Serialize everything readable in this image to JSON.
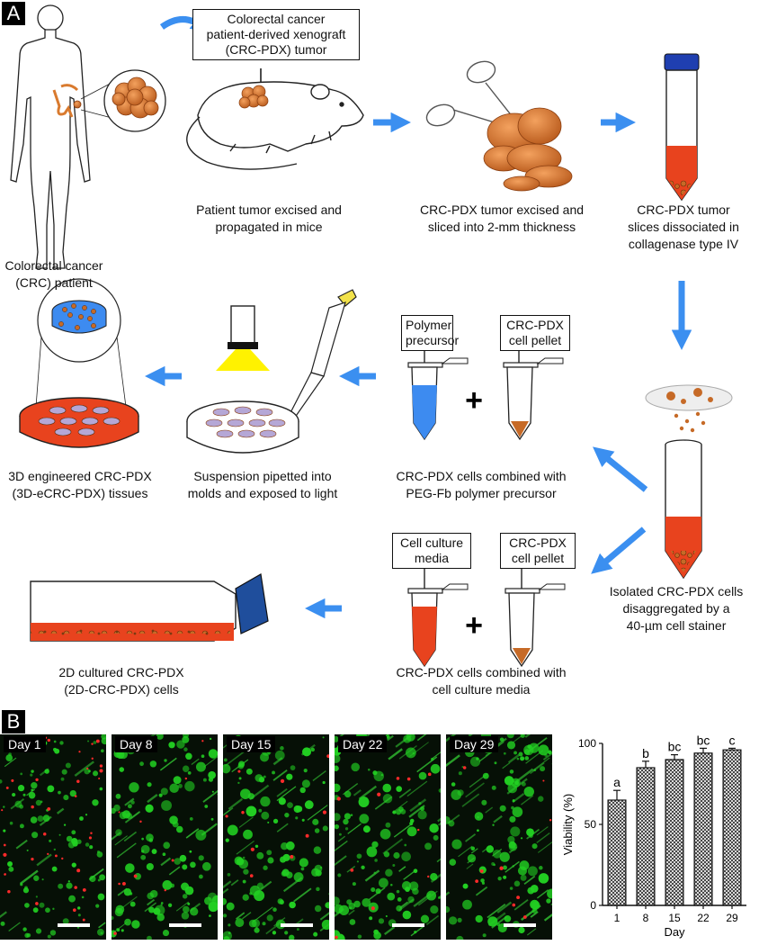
{
  "panels": {
    "a": "A",
    "b": "B"
  },
  "labels": {
    "crc_patient": "Colorectal cancer\n(CRC) patient",
    "pdx_box": "Colorectal cancer\npatient-derived xenograft\n(CRC-PDX) tumor",
    "mice": "Patient tumor excised and\npropagated in mice",
    "slice": "CRC-PDX tumor excised and\nsliced into 2-mm thickness",
    "dissociate": "CRC-PDX tumor\nslices dissociated in\ncollagenase type IV",
    "isolated": "Isolated CRC-PDX cells\ndisaggregated by a\n40-µm cell stainer",
    "polymer_box": "Polymer\nprecursor",
    "pellet_box": "CRC-PDX\ncell pellet",
    "combined_peg": "CRC-PDX cells combined with\nPEG-Fb polymer precursor",
    "suspension": "Suspension pipetted into\nmolds and exposed to light",
    "engineered": "3D engineered CRC-PDX\n(3D-eCRC-PDX) tissues",
    "media_box": "Cell culture\nmedia",
    "pellet_box2": "CRC-PDX\ncell pellet",
    "combined_media": "CRC-PDX cells combined with\ncell culture media",
    "cultured2d": "2D cultured CRC-PDX\n(2D-CRC-PDX) cells",
    "plus": "+"
  },
  "micrographs": [
    "Day 1",
    "Day 8",
    "Day 15",
    "Day 22",
    "Day 29"
  ],
  "chart_data": {
    "type": "bar",
    "categories": [
      "1",
      "8",
      "15",
      "22",
      "29"
    ],
    "values": [
      65,
      85,
      90,
      94,
      96
    ],
    "errors": [
      6,
      4,
      3,
      3,
      1
    ],
    "letters": [
      "a",
      "b",
      "bc",
      "bc",
      "c"
    ],
    "xlabel": "Day",
    "ylabel": "Viability (%)",
    "ylim": [
      0,
      100
    ],
    "yticks": [
      "0",
      "50",
      "100"
    ]
  },
  "colors": {
    "arrow": "#3b8ff0",
    "tumor": "#d4762f",
    "media": "#e8431e",
    "polymer": "#3d8bf0",
    "cap": "#1f4e9c",
    "cells": "#22d022"
  }
}
